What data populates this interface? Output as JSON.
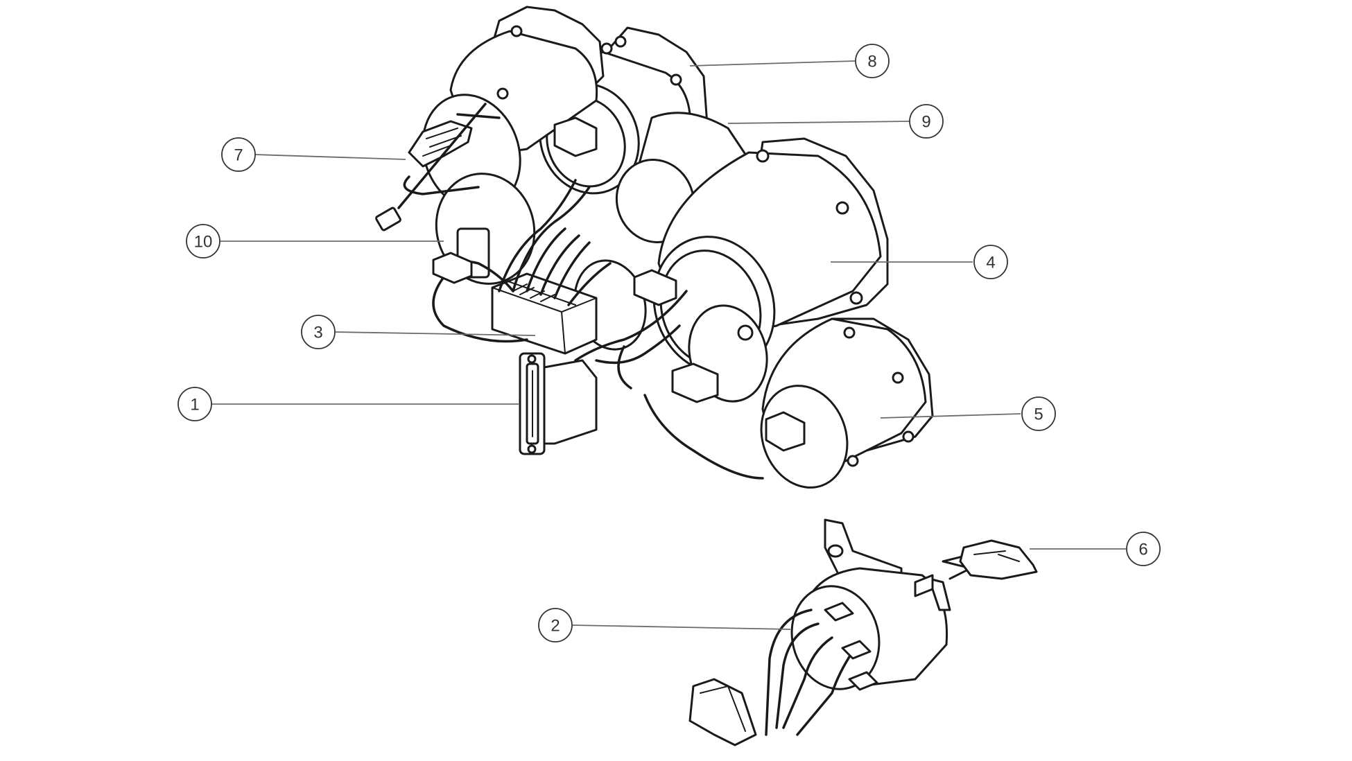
{
  "colors": {
    "line": "#1a1a1a",
    "leader": "#6b6b6b",
    "callout": "#333333",
    "background": "#ffffff"
  },
  "callouts": [
    {
      "id": "1",
      "label": "1"
    },
    {
      "id": "2",
      "label": "2"
    },
    {
      "id": "3",
      "label": "3"
    },
    {
      "id": "4",
      "label": "4"
    },
    {
      "id": "5",
      "label": "5"
    },
    {
      "id": "6",
      "label": "6"
    },
    {
      "id": "7",
      "label": "7"
    },
    {
      "id": "8",
      "label": "8"
    },
    {
      "id": "9",
      "label": "9"
    },
    {
      "id": "10",
      "label": "10"
    }
  ]
}
